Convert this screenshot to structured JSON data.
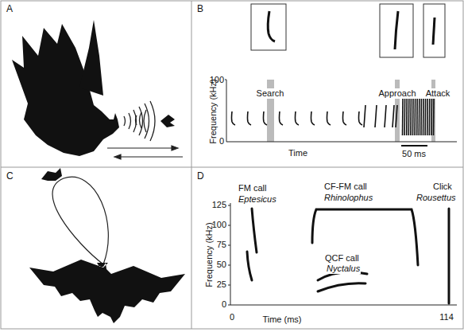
{
  "diagram": {
    "labels": [
      "A",
      "B",
      "C",
      "D",
      "Search",
      "Approach",
      "Attack",
      "Frequency (kHz)",
      "100",
      "0",
      "Time",
      "50 ms",
      "Frequency (kHz)",
      "125",
      "100",
      "75",
      "50",
      "25",
      "0",
      "Time (ms)",
      "0",
      "114",
      "FM call",
      "Eptesicus",
      "CF-FM call",
      "Rhinolophus",
      "QCF call",
      "Nyctalus",
      "Click",
      "Rousettus"
    ]
  }
}
